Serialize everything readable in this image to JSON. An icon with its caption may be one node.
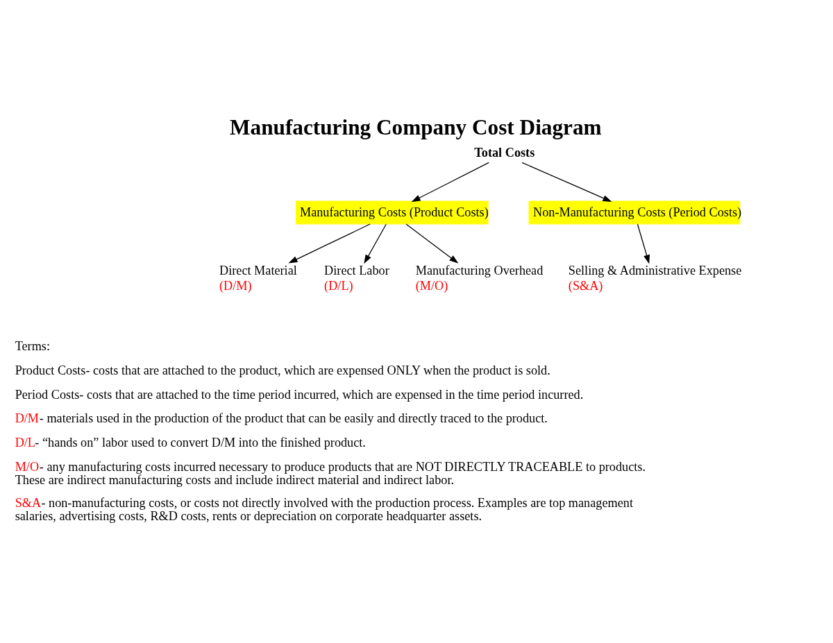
{
  "diagram": {
    "title": "Manufacturing Company Cost Diagram",
    "nodes": [
      {
        "text": [
          "Total Costs"
        ]
      },
      {
        "text": [
          "Manufacturing Costs (Product Costs)"
        ]
      },
      {
        "text": [
          "Non-Manufacturing Costs (Period Costs)"
        ]
      },
      {
        "text": [
          "Direct Material",
          "(D/M)"
        ]
      },
      {
        "text": [
          "Direct Labor",
          "(D/L)"
        ]
      },
      {
        "text": [
          "Manufacturing Overhead",
          "(M/O)"
        ]
      },
      {
        "text": [
          "Selling & Administrative Expense",
          "(S&A)"
        ]
      }
    ],
    "edges": [
      {
        "from": 0,
        "to": 1,
        "arrow": "to"
      },
      {
        "from": 0,
        "to": 2,
        "arrow": "to"
      },
      {
        "from": 1,
        "to": 3,
        "arrow": "to"
      },
      {
        "from": 1,
        "to": 4,
        "arrow": "to"
      },
      {
        "from": 1,
        "to": 5,
        "arrow": "to"
      },
      {
        "from": 2,
        "to": 6,
        "arrow": "to"
      }
    ],
    "labels": [
      "Terms:",
      "Product Costs- costs that are attached to the product, which are expensed ONLY when the product is sold.",
      "Period Costs- costs that are attached to the time period incurred, which are expensed in the time period incurred.",
      "D/M",
      "- materials used in the production of the product that can be easily and directly traced to the product.",
      "D/L",
      "- “hands on” labor used to convert D/M into the finished product.",
      "M/O",
      "- any manufacturing costs incurred necessary to produce products that are NOT DIRECTLY TRACEABLE to products. These are indirect manufacturing costs and include indirect material and indirect labor.",
      "S&A",
      "- non-manufacturing costs, or costs not directly involved with the production process. Examples are top management salaries, advertising costs, R&D costs, rents or depreciation on corporate headquarter assets."
    ]
  }
}
